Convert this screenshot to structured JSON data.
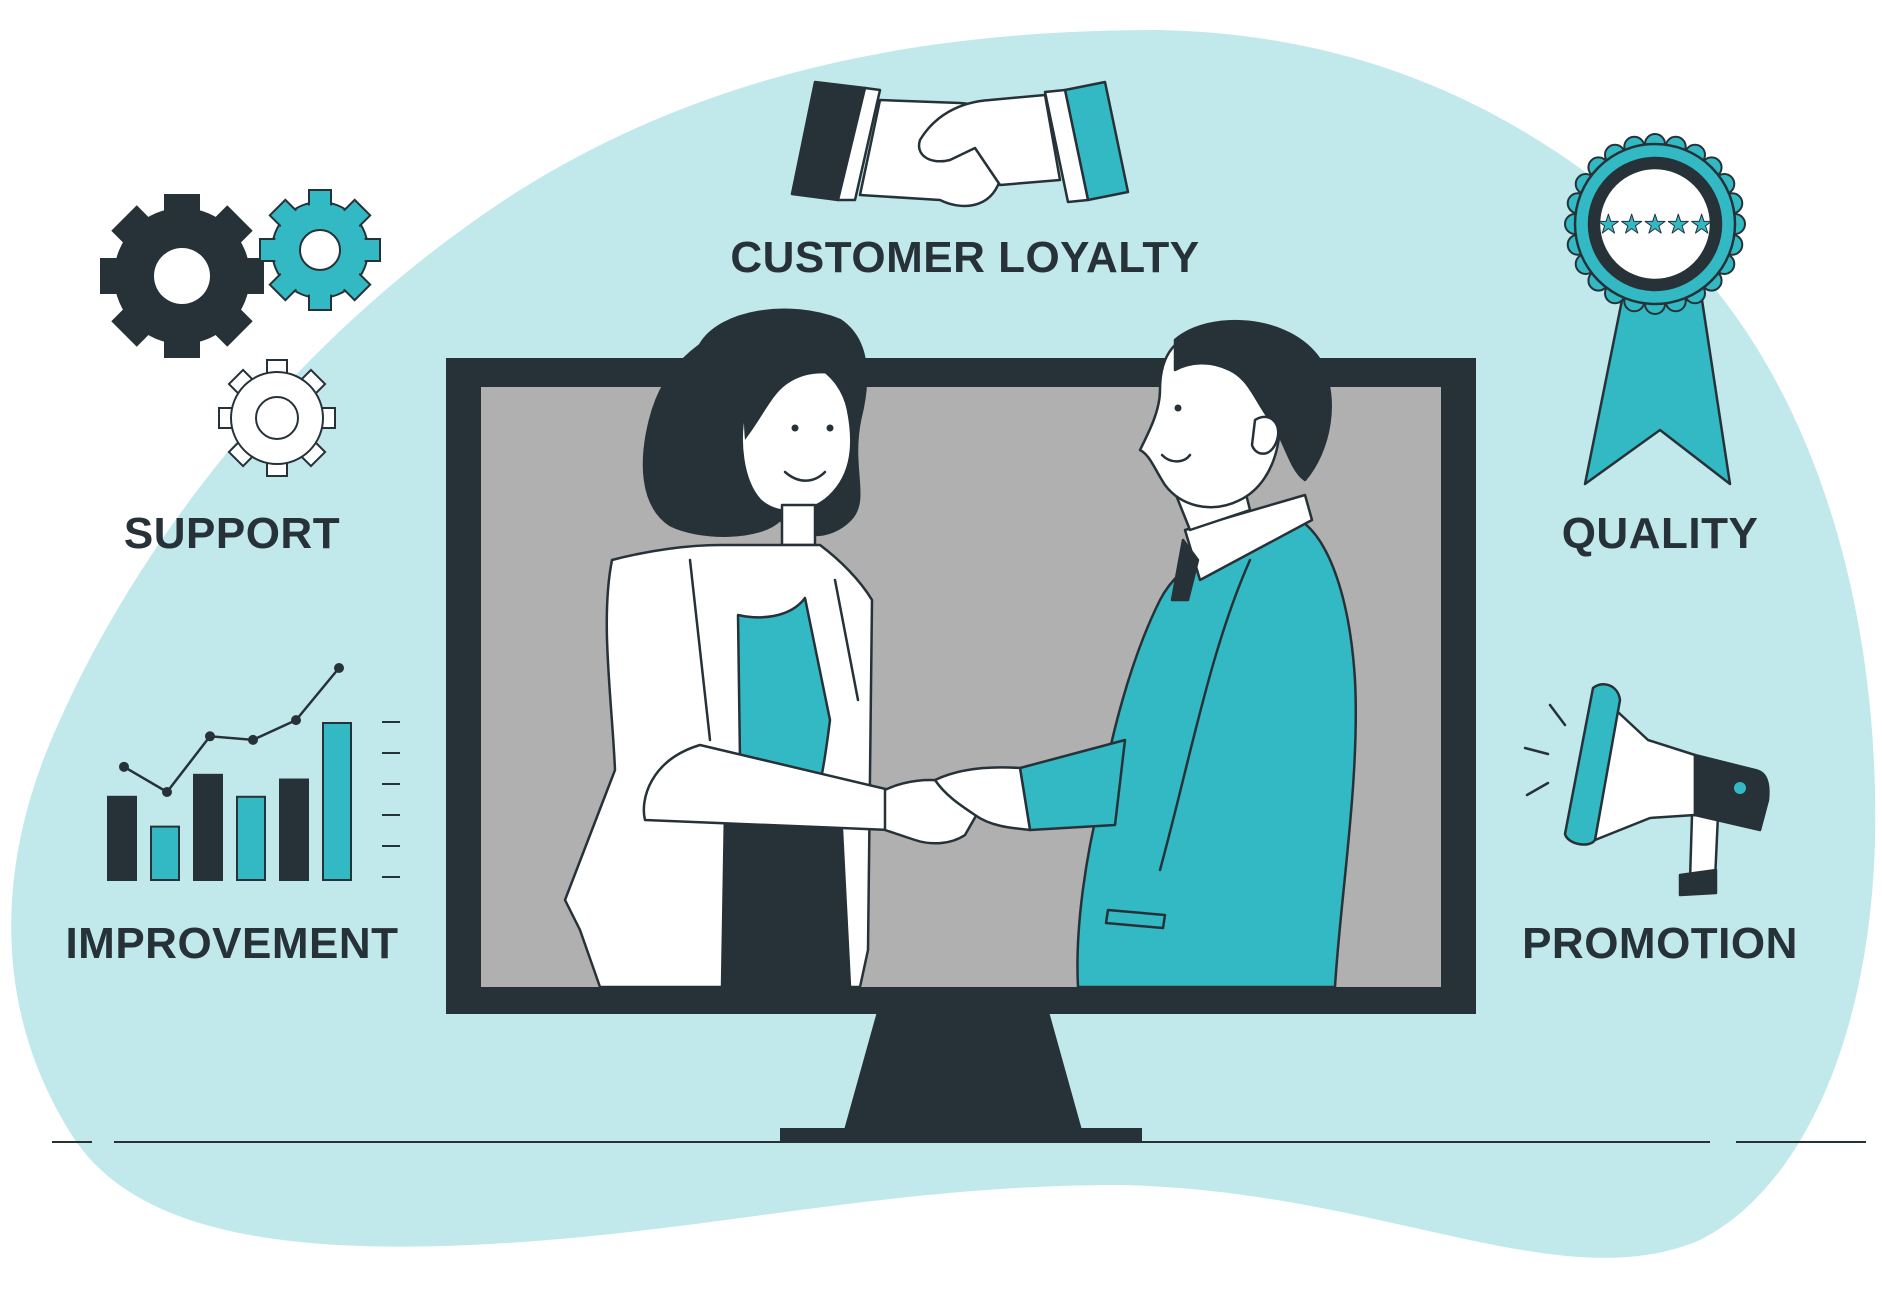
{
  "labels": {
    "customer_loyalty": "CUSTOMER LOYALTY",
    "support": "SUPPORT",
    "quality": "QUALITY",
    "improvement": "IMPROVEMENT",
    "promotion": "PROMOTION"
  },
  "rating_stars": "★★★★★",
  "improvement_chart": {
    "bar_values": [
      0.53,
      0.34,
      0.67,
      0.53,
      0.64,
      1.0
    ],
    "trend_values": [
      0.45,
      0.31,
      0.62,
      0.6,
      0.71,
      1.0
    ]
  },
  "colors": {
    "blob": "#c1e9ec",
    "dark": "#263238",
    "teal": "#33b9c4",
    "screen": "#b0b0b0",
    "white": "#ffffff"
  },
  "icons": [
    "handshake-icon",
    "gears-icon",
    "ribbon-badge-icon",
    "bar-chart-icon",
    "megaphone-icon",
    "monitor-icon"
  ]
}
